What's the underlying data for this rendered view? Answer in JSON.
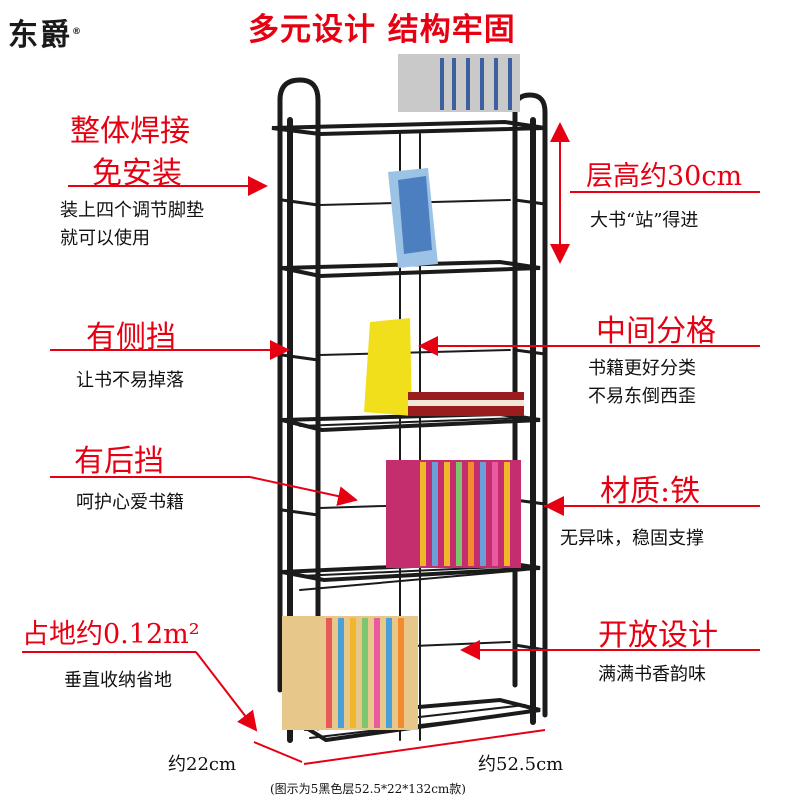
{
  "brand": {
    "name": "东爵",
    "mark": "®"
  },
  "headline": "多元设计  结构牢固",
  "features": {
    "welding": {
      "title1": "整体焊接",
      "title2": "免安装",
      "desc1": "装上四个调节脚垫",
      "desc2": "就可以使用"
    },
    "side_guard": {
      "title": "有侧挡",
      "desc": "让书不易掉落"
    },
    "back_guard": {
      "title": "有后挡",
      "desc": "呵护心爱书籍"
    },
    "footprint": {
      "title": "占地约0.12m²",
      "desc": "垂直收纳省地"
    },
    "layer_height": {
      "title": "层高约30cm",
      "desc": "大书“站”得进"
    },
    "divider": {
      "title": "中间分格",
      "desc1": "书籍更好分类",
      "desc2": "不易东倒西歪"
    },
    "material": {
      "title": "材质:铁",
      "desc": "无异味，稳固支撑"
    },
    "open": {
      "title": "开放设计",
      "desc": "满满书香韵味"
    }
  },
  "dimensions": {
    "depth": "约22cm",
    "width": "约52.5cm"
  },
  "caption": "(图示为5黑色层52.5*22*132cm款)",
  "colors": {
    "accent": "#e60012",
    "frame": "#1b1b1b"
  }
}
